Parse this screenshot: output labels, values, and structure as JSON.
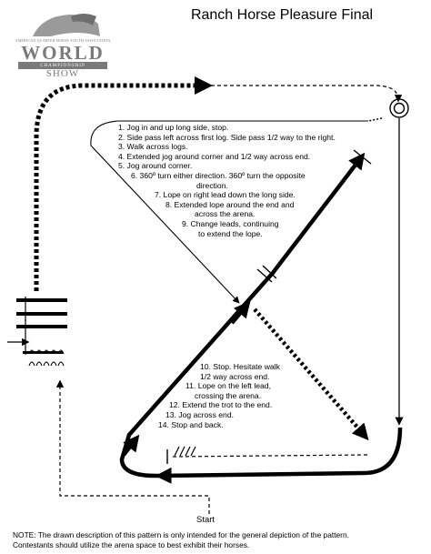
{
  "header": {
    "title": "Ranch Horse Pleasure Final"
  },
  "logo": {
    "association": "AMERICAN QUARTER HORSE YOUTH ASSOCIATION",
    "world": "WORLD",
    "championship": "CHAMPIONSHIP",
    "show": "SHOW"
  },
  "pattern": {
    "steps_a": [
      "1. Jog in and up long side, stop.",
      "2. Side pass left across first log. Side pass 1/2 way to the right.",
      "3. Walk across logs.",
      "4. Extended jog around corner and 1/2 way across end.",
      "5. Jog around corner.",
      "6. 360º turn either direction. 360º turn the opposite",
      "direction.",
      "7. Lope on right lead down the long side.",
      "8. Extended lope around the end and",
      "across the arena.",
      "9. Change leads, continuing",
      "to extend the lope."
    ],
    "steps_b": [
      "10. Stop. Hesitate walk",
      "1/2 way across end.",
      "11. Lope on the left lead,",
      "crossing the arena.",
      "12. Extend the trot to the end.",
      "13. Jog across end.",
      "14. Stop and back."
    ],
    "start_label": "Start"
  },
  "footer": {
    "note_line1": "NOTE: The drawn description of this pattern is only intended for the general depiction of the pattern.",
    "note_line2": "Contestants should utilize the arena space to best exhibit their horses."
  }
}
